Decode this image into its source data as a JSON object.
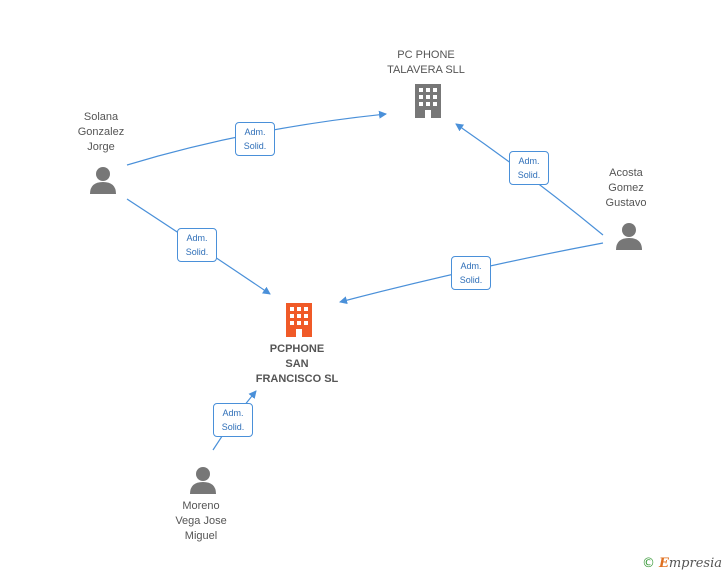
{
  "colors": {
    "edge": "#4a90d9",
    "person_icon": "#777777",
    "company_icon": "#777777",
    "main_company_icon": "#f05a28"
  },
  "nodes": {
    "main": {
      "lines": [
        "PCPHONE",
        "SAN",
        "FRANCISCO SL"
      ],
      "icon": "building-icon"
    },
    "talavera": {
      "lines": [
        "PC PHONE",
        "TALAVERA SLL"
      ],
      "icon": "building-icon"
    },
    "solana": {
      "lines": [
        "Solana",
        "Gonzalez",
        "Jorge"
      ],
      "icon": "person-icon"
    },
    "acosta": {
      "lines": [
        "Acosta",
        "Gomez",
        "Gustavo"
      ],
      "icon": "person-icon"
    },
    "moreno": {
      "lines": [
        "Moreno",
        "Vega Jose",
        "Miguel"
      ],
      "icon": "person-icon"
    }
  },
  "edges": [
    {
      "from": "solana",
      "to": "talavera",
      "label": [
        "Adm.",
        "Solid."
      ]
    },
    {
      "from": "acosta",
      "to": "talavera",
      "label": [
        "Adm.",
        "Solid."
      ]
    },
    {
      "from": "solana",
      "to": "main",
      "label": [
        "Adm.",
        "Solid."
      ]
    },
    {
      "from": "acosta",
      "to": "main",
      "label": [
        "Adm.",
        "Solid."
      ]
    },
    {
      "from": "moreno",
      "to": "main",
      "label": [
        "Adm.",
        "Solid."
      ]
    }
  ],
  "watermark": {
    "copyright": "©",
    "brand_first": "E",
    "brand_rest": "mpresia"
  }
}
